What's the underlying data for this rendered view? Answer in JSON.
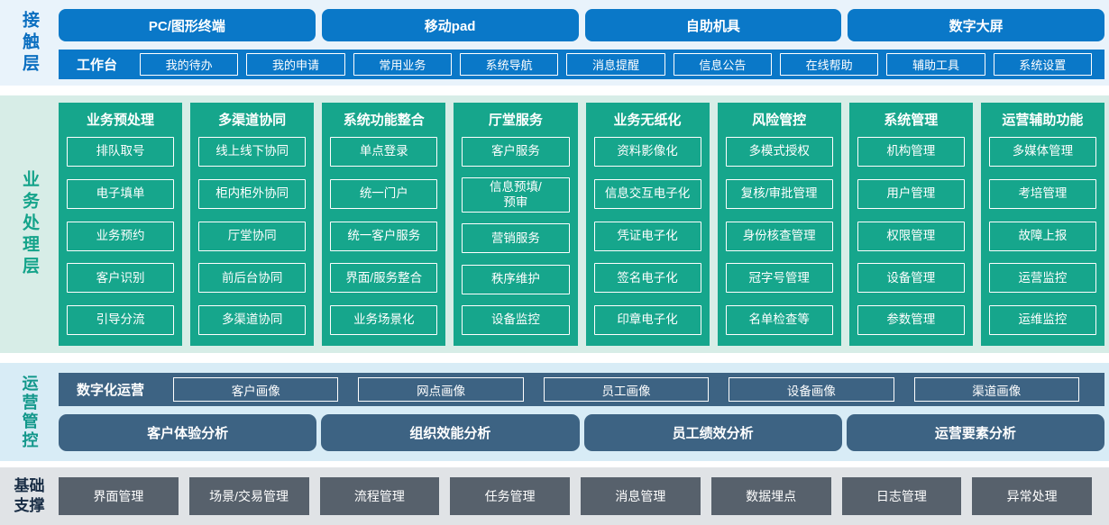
{
  "colors": {
    "blue": "#0a78c8",
    "contact_bg": "#e9f3fb",
    "contact_label": "#0a6ec0",
    "green": "#16a68c",
    "business_bg": "#d7ede7",
    "business_label": "#13a38a",
    "ops_dark": "#3d6383",
    "ops_bg": "#d8ecf6",
    "ops_label": "#12978b",
    "gray_btn": "#57616c",
    "foundation_bg": "#e0e3e6",
    "foundation_label": "#182c44"
  },
  "contact_layer": {
    "label": "接触层",
    "channels": [
      "PC/图形终端",
      "移动pad",
      "自助机具",
      "数字大屏"
    ],
    "workbench": {
      "label": "工作台",
      "items": [
        "我的待办",
        "我的申请",
        "常用业务",
        "系统导航",
        "消息提醒",
        "信息公告",
        "在线帮助",
        "辅助工具",
        "系统设置"
      ]
    }
  },
  "business_layer": {
    "label": "业务处理层",
    "columns": [
      {
        "title": "业务预处理",
        "items": [
          "排队取号",
          "电子填单",
          "业务预约",
          "客户识别",
          "引导分流"
        ]
      },
      {
        "title": "多渠道协同",
        "items": [
          "线上线下协同",
          "柜内柜外协同",
          "厅堂协同",
          "前后台协同",
          "多渠道协同"
        ]
      },
      {
        "title": "系统功能整合",
        "items": [
          "单点登录",
          "统一门户",
          "统一客户服务",
          "界面/服务整合",
          "业务场景化"
        ]
      },
      {
        "title": "厅堂服务",
        "items": [
          "客户服务",
          "信息预填/\n预审",
          "营销服务",
          "秩序维护",
          "设备监控"
        ]
      },
      {
        "title": "业务无纸化",
        "items": [
          "资料影像化",
          "信息交互电子化",
          "凭证电子化",
          "签名电子化",
          "印章电子化"
        ]
      },
      {
        "title": "风险管控",
        "items": [
          "多模式授权",
          "复核/审批管理",
          "身份核查管理",
          "冠字号管理",
          "名单检查等"
        ]
      },
      {
        "title": "系统管理",
        "items": [
          "机构管理",
          "用户管理",
          "权限管理",
          "设备管理",
          "参数管理"
        ]
      },
      {
        "title": "运营辅助功能",
        "items": [
          "多媒体管理",
          "考培管理",
          "故障上报",
          "运营监控",
          "运维监控"
        ]
      }
    ]
  },
  "operations_layer": {
    "label": "运营管控",
    "digital_ops": {
      "label": "数字化运营",
      "items": [
        "客户画像",
        "网点画像",
        "员工画像",
        "设备画像",
        "渠道画像"
      ]
    },
    "analysis": [
      "客户体验分析",
      "组织效能分析",
      "员工绩效分析",
      "运营要素分析"
    ]
  },
  "foundation_layer": {
    "label": "基础\n支撑",
    "items": [
      "界面管理",
      "场景/交易管理",
      "流程管理",
      "任务管理",
      "消息管理",
      "数据埋点",
      "日志管理",
      "异常处理"
    ]
  }
}
